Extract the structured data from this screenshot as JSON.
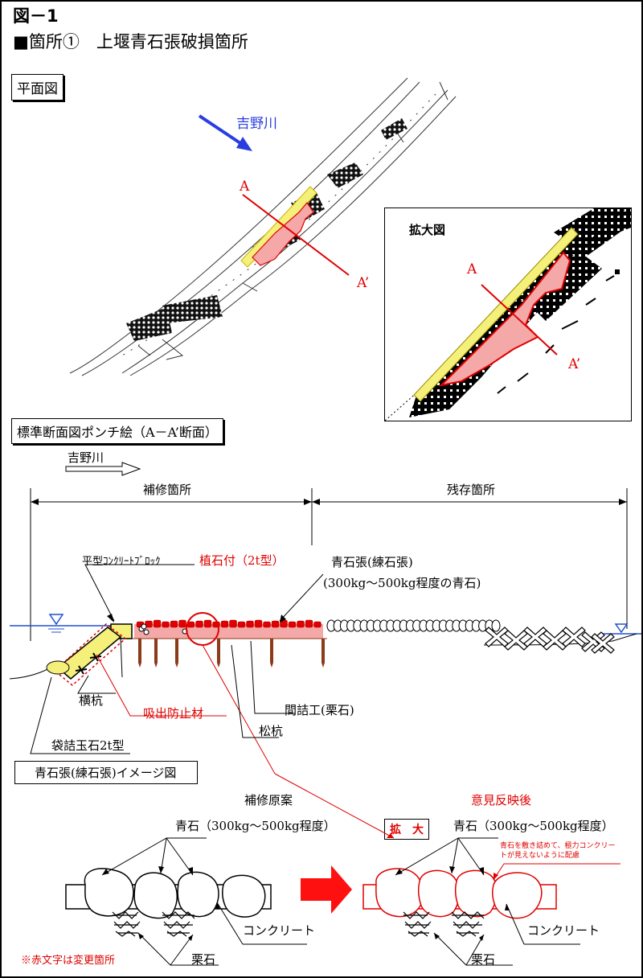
{
  "figure_no": "図－1",
  "heading": "■箇所①　上堰青石張破損箇所",
  "plan": {
    "label": "平面図",
    "river": "吉野川",
    "sec_a": "A",
    "sec_a2": "A’",
    "zoom_title": "拡大図"
  },
  "section": {
    "label": "標準断面図ポンチ絵（A－A’断面）",
    "river": "吉野川",
    "repair_span": "補修箇所",
    "remain_span": "残存箇所",
    "block_label": "平型ｺﾝｸﾘｰﾄﾌﾞﾛｯｸ",
    "planted_label": "植石付（2t型）",
    "aoishi_label": "青石張(練石張)",
    "aoishi_sub": "(300kg～500kg程度の青石)",
    "yokogui": "横杭",
    "suidashi": "吸出防止材",
    "mazume": "間詰工(栗石)",
    "matsugui": "松杭",
    "fukurozume": "袋詰玉石2t型",
    "image_title": "青石張(練石張)イメージ図"
  },
  "detail": {
    "left_title": "補修原案",
    "right_title": "意見反映後",
    "zoom_tag": "拡　大",
    "aoishi": "青石（300kg～500kg程度）",
    "note_line1": "青石を敷き詰めて、極力コンクリー",
    "note_line2": "トが見えないように配慮",
    "concrete": "コンクリート",
    "kuriishi": "栗石",
    "footnote": "※赤文字は変更箇所"
  },
  "colors": {
    "red": "#e00000",
    "blue": "#2a3ee0",
    "yellow": "#f5f07a",
    "pink": "#f4a8a8",
    "brown": "#8b3a1a",
    "water": "#2050d0"
  }
}
